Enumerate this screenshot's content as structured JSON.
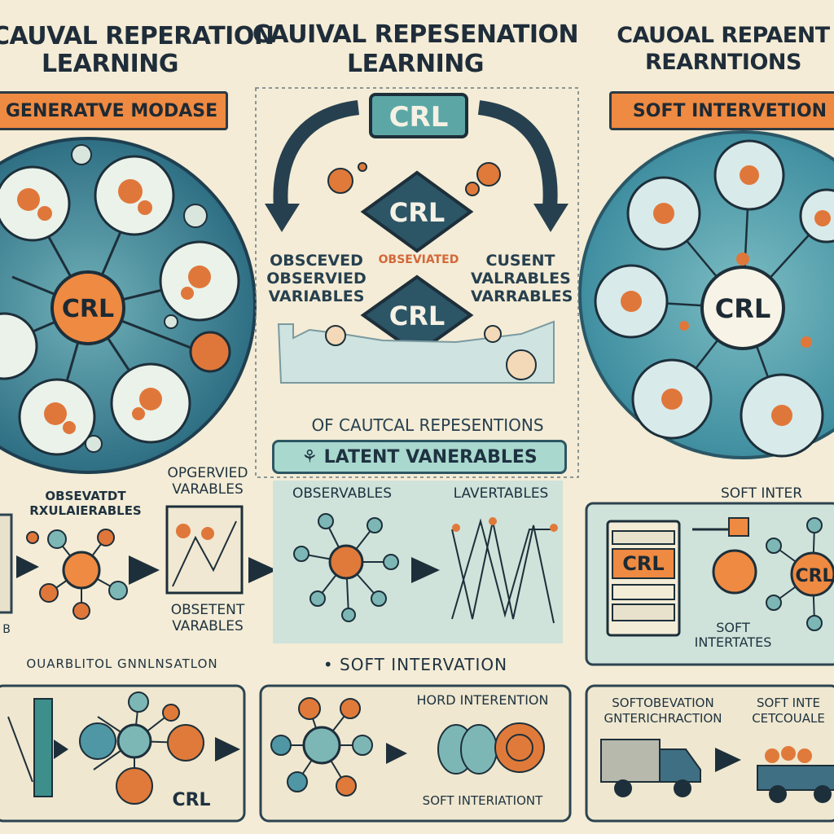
{
  "titles": {
    "left": [
      "CAUVAL REPERATION",
      "LEARNING"
    ],
    "center": [
      "CAUIVAL REPESENATION",
      "LEARNING"
    ],
    "right": [
      "CAUOAL REPAENT",
      "REARNTIONS"
    ]
  },
  "banners": {
    "left": "GENERATVE MODASE",
    "right": "SOFT INTERVETION"
  },
  "crl_label": "CRL",
  "center_block": {
    "top_crl": "CRL",
    "mid_crl": "CRL",
    "low_crl": "CRL",
    "left_text": [
      "OBSCEVED",
      "OBSERVIED",
      "VARIABLES"
    ],
    "mid_text": "OBSEVIATED",
    "right_text": [
      "CUSENT",
      "VALRABLES",
      "VARRABLES"
    ]
  },
  "center_caption": "OF CAUTCAL REPESENTIONS",
  "latent_bar": "⚘ LATENT VANERABLES",
  "row2": {
    "left_label": [
      "OBSEVATDT",
      "RXULAIERABLES"
    ],
    "mid_top": [
      "OPGERVIED",
      "VARABLES"
    ],
    "mid_bottom": [
      "OBSETENT",
      "VARABLES"
    ],
    "observables": "OBSERVABLES",
    "lavertables": "LAVERTABLES",
    "soft_inter": "SOFT   INTER",
    "crl_box": "CRL",
    "soft_bottom": [
      "SOFT",
      "INTERTATES"
    ],
    "left_edge": "B"
  },
  "row3_headers": {
    "left": "OUARBLITOL GNNLNSATLON",
    "center": "• SOFT   INTERVATION"
  },
  "row3": {
    "left_crl": "CRL",
    "hord": "HORD INTERENTION",
    "soft_int": "SOFT INTERIATIONT",
    "right_a": [
      "SOFTOBEVATION",
      "GNTERICHRACTION"
    ],
    "right_b": [
      "SOFT INTE",
      "CETCOUALE"
    ]
  },
  "colors": {
    "background": "#f4ecd6",
    "teal": "#4f97a4",
    "dark": "#27404f",
    "orange": "#ec7a3a",
    "mint": "#a9d8cf"
  }
}
